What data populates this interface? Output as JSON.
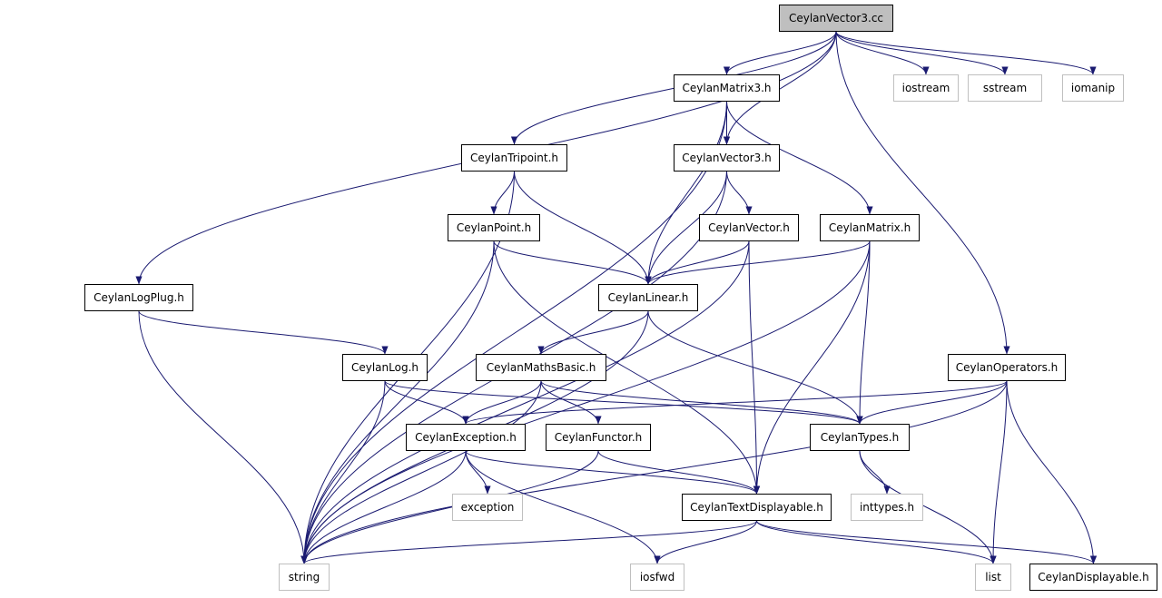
{
  "title": "CeylanVector3.cc include dependency graph",
  "colors": {
    "edge": "#191970",
    "node_border": "#000000",
    "external_border": "#bfbfbf",
    "root_fill": "#bfbfbf"
  },
  "nodes": {
    "root": "CeylanVector3.cc",
    "matrix3": "CeylanMatrix3.h",
    "iostream": "iostream",
    "sstream": "sstream",
    "iomanip": "iomanip",
    "tripoint": "CeylanTripoint.h",
    "vector3": "CeylanVector3.h",
    "point": "CeylanPoint.h",
    "vector": "CeylanVector.h",
    "matrix": "CeylanMatrix.h",
    "logplug": "CeylanLogPlug.h",
    "linear": "CeylanLinear.h",
    "log": "CeylanLog.h",
    "mathsbasic": "CeylanMathsBasic.h",
    "operators": "CeylanOperators.h",
    "exception": "CeylanException.h",
    "functor": "CeylanFunctor.h",
    "types": "CeylanTypes.h",
    "exceptionstd": "exception",
    "textdisplayable": "CeylanTextDisplayable.h",
    "inttypes": "inttypes.h",
    "string": "string",
    "iosfwd": "iosfwd",
    "list": "list",
    "displayable": "CeylanDisplayable.h"
  },
  "edges": [
    [
      "root",
      "matrix3"
    ],
    [
      "root",
      "iostream"
    ],
    [
      "root",
      "sstream"
    ],
    [
      "root",
      "iomanip"
    ],
    [
      "root",
      "tripoint"
    ],
    [
      "root",
      "vector3"
    ],
    [
      "root",
      "logplug"
    ],
    [
      "root",
      "operators"
    ],
    [
      "matrix3",
      "string"
    ],
    [
      "matrix3",
      "vector3"
    ],
    [
      "matrix3",
      "linear"
    ],
    [
      "matrix3",
      "matrix"
    ],
    [
      "tripoint",
      "string"
    ],
    [
      "tripoint",
      "point"
    ],
    [
      "tripoint",
      "linear"
    ],
    [
      "vector3",
      "string"
    ],
    [
      "vector3",
      "vector"
    ],
    [
      "vector3",
      "linear"
    ],
    [
      "point",
      "string"
    ],
    [
      "point",
      "linear"
    ],
    [
      "point",
      "textdisplayable"
    ],
    [
      "vector",
      "linear"
    ],
    [
      "vector",
      "string"
    ],
    [
      "vector",
      "textdisplayable"
    ],
    [
      "matrix",
      "linear"
    ],
    [
      "matrix",
      "string"
    ],
    [
      "matrix",
      "types"
    ],
    [
      "matrix",
      "textdisplayable"
    ],
    [
      "logplug",
      "string"
    ],
    [
      "logplug",
      "log"
    ],
    [
      "linear",
      "string"
    ],
    [
      "linear",
      "mathsbasic"
    ],
    [
      "linear",
      "types"
    ],
    [
      "log",
      "string"
    ],
    [
      "log",
      "exception"
    ],
    [
      "log",
      "types"
    ],
    [
      "mathsbasic",
      "string"
    ],
    [
      "mathsbasic",
      "exception"
    ],
    [
      "mathsbasic",
      "functor"
    ],
    [
      "mathsbasic",
      "types"
    ],
    [
      "operators",
      "exception"
    ],
    [
      "operators",
      "types"
    ],
    [
      "operators",
      "string"
    ],
    [
      "operators",
      "list"
    ],
    [
      "operators",
      "displayable"
    ],
    [
      "exception",
      "string"
    ],
    [
      "exception",
      "exceptionstd"
    ],
    [
      "exception",
      "iosfwd"
    ],
    [
      "exception",
      "textdisplayable"
    ],
    [
      "functor",
      "string"
    ],
    [
      "functor",
      "textdisplayable"
    ],
    [
      "types",
      "inttypes"
    ],
    [
      "types",
      "list"
    ],
    [
      "textdisplayable",
      "string"
    ],
    [
      "textdisplayable",
      "iosfwd"
    ],
    [
      "textdisplayable",
      "list"
    ],
    [
      "textdisplayable",
      "displayable"
    ]
  ]
}
